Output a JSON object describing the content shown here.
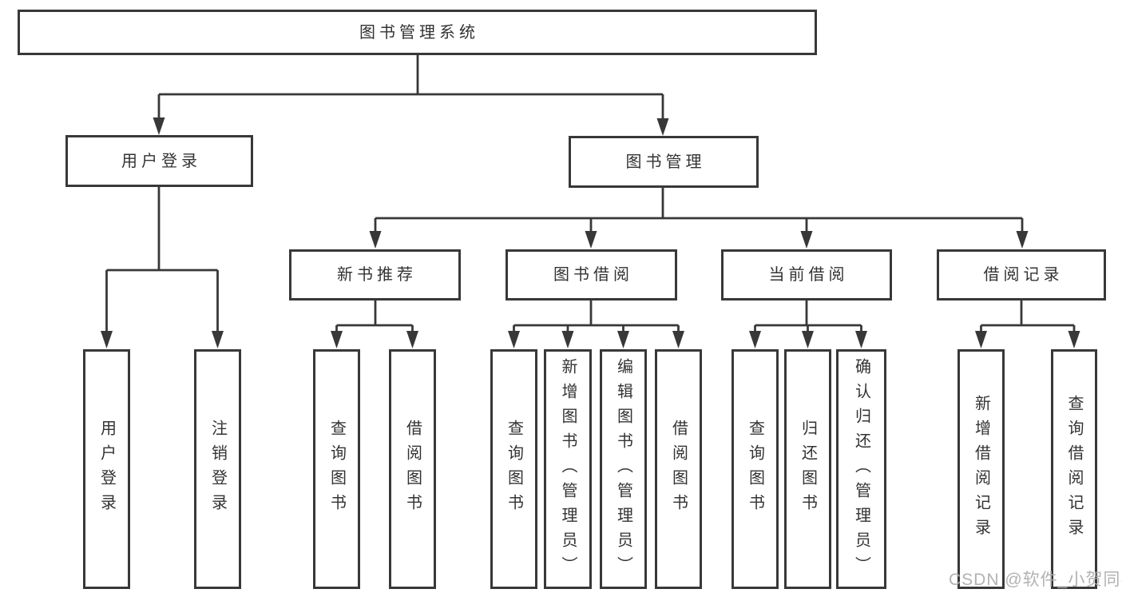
{
  "diagram_title": "图书管理系统",
  "colors": {
    "line": "#383838",
    "box_border": "#383838",
    "box_fill": "#ffffff",
    "text": "#333333",
    "watermark": "#acacac"
  },
  "nodes": {
    "root": {
      "label": "图书管理系统"
    },
    "user_login_group": {
      "label": "用户登录"
    },
    "book_mgmt": {
      "label": "图书管理"
    },
    "new_book_rec": {
      "label": "新书推荐"
    },
    "book_borrow": {
      "label": "图书借阅"
    },
    "current_borrow": {
      "label": "当前借阅"
    },
    "borrow_records": {
      "label": "借阅记录"
    },
    "user_login": {
      "label": "用户登录"
    },
    "logout": {
      "label": "注销登录"
    },
    "query_book_rec": {
      "label": "查询图书"
    },
    "borrow_book_rec": {
      "label": "借阅图书"
    },
    "query_book_borrow": {
      "label": "查询图书"
    },
    "add_book_admin": {
      "label": "新增图书（管理员）"
    },
    "edit_book_admin": {
      "label": "编辑图书（管理员）"
    },
    "borrow_book_borrow": {
      "label": "借阅图书"
    },
    "query_book_current": {
      "label": "查询图书"
    },
    "return_book": {
      "label": "归还图书"
    },
    "confirm_return_admin": {
      "label": "确认归还（管理员）"
    },
    "add_borrow_record": {
      "label": "新增借阅记录"
    },
    "query_borrow_record": {
      "label": "查询借阅记录"
    }
  },
  "tree": {
    "root": "图书管理系统",
    "children": [
      {
        "label": "用户登录",
        "children": [
          "用户登录",
          "注销登录"
        ]
      },
      {
        "label": "图书管理",
        "children": [
          {
            "label": "新书推荐",
            "children": [
              "查询图书",
              "借阅图书"
            ]
          },
          {
            "label": "图书借阅",
            "children": [
              "查询图书",
              "新增图书（管理员）",
              "编辑图书（管理员）",
              "借阅图书"
            ]
          },
          {
            "label": "当前借阅",
            "children": [
              "查询图书",
              "归还图书",
              "确认归还（管理员）"
            ]
          },
          {
            "label": "借阅记录",
            "children": [
              "新增借阅记录",
              "查询借阅记录"
            ]
          }
        ]
      }
    ]
  },
  "watermark": {
    "text": "CSDN @软件_小贺同学"
  }
}
